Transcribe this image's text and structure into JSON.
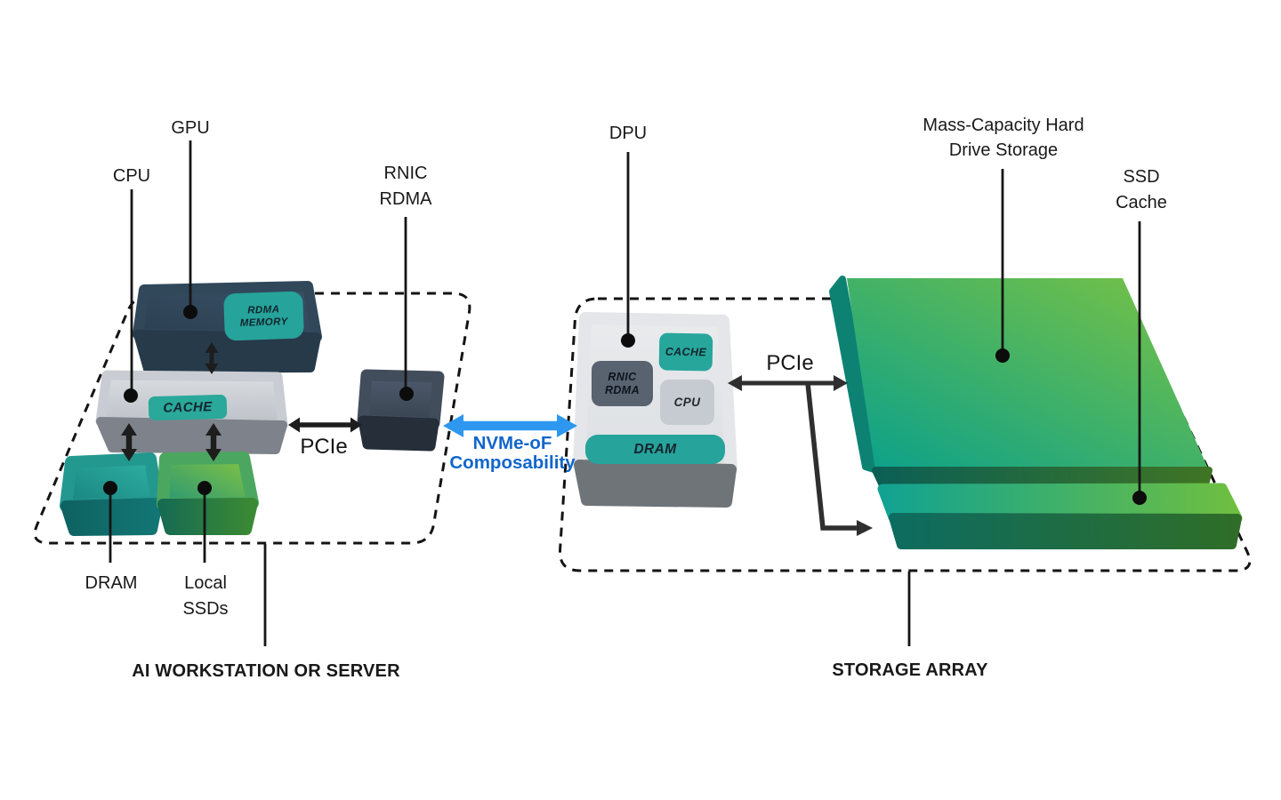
{
  "colors": {
    "background": "#ffffff",
    "teal_badge": "#26a39a",
    "navy_block": "#2f4558",
    "slate_block": "#59626f",
    "gray_block": "#c6cbd2",
    "dpu_block": "#e6e8eb",
    "storage_green": "#7cc342",
    "storage_teal": "#09a08c",
    "arrow_blue": "#2e97f0",
    "interconnect_text_blue": "#1166cb",
    "line_black": "#1d1d1d"
  },
  "workstation": {
    "caption": "AI WORKSTATION OR SERVER",
    "gpu": {
      "label": "GPU",
      "badge_line1": "RDMA",
      "badge_line2": "MEMORY"
    },
    "cpu": {
      "label": "CPU",
      "cache_badge": "CACHE"
    },
    "rnic": {
      "label_line1": "RNIC",
      "label_line2": "RDMA"
    },
    "dram": {
      "label": "DRAM"
    },
    "local_ssds": {
      "label_line1": "Local",
      "label_line2": "SSDs"
    },
    "pcie_label": "PCIe"
  },
  "interconnect": {
    "label_line1": "NVMe-oF",
    "label_line2": "Composability"
  },
  "storage": {
    "caption": "STORAGE ARRAY",
    "dpu": {
      "label": "DPU",
      "cache_badge": "CACHE",
      "rnic_badge_line1": "RNIC",
      "rnic_badge_line2": "RDMA",
      "cpu_badge": "CPU",
      "dram_badge": "DRAM"
    },
    "pcie_label": "PCIe",
    "hdd": {
      "label_line1": "Mass-Capacity Hard",
      "label_line2": "Drive Storage"
    },
    "ssd": {
      "label_line1": "SSD",
      "label_line2": "Cache"
    }
  }
}
